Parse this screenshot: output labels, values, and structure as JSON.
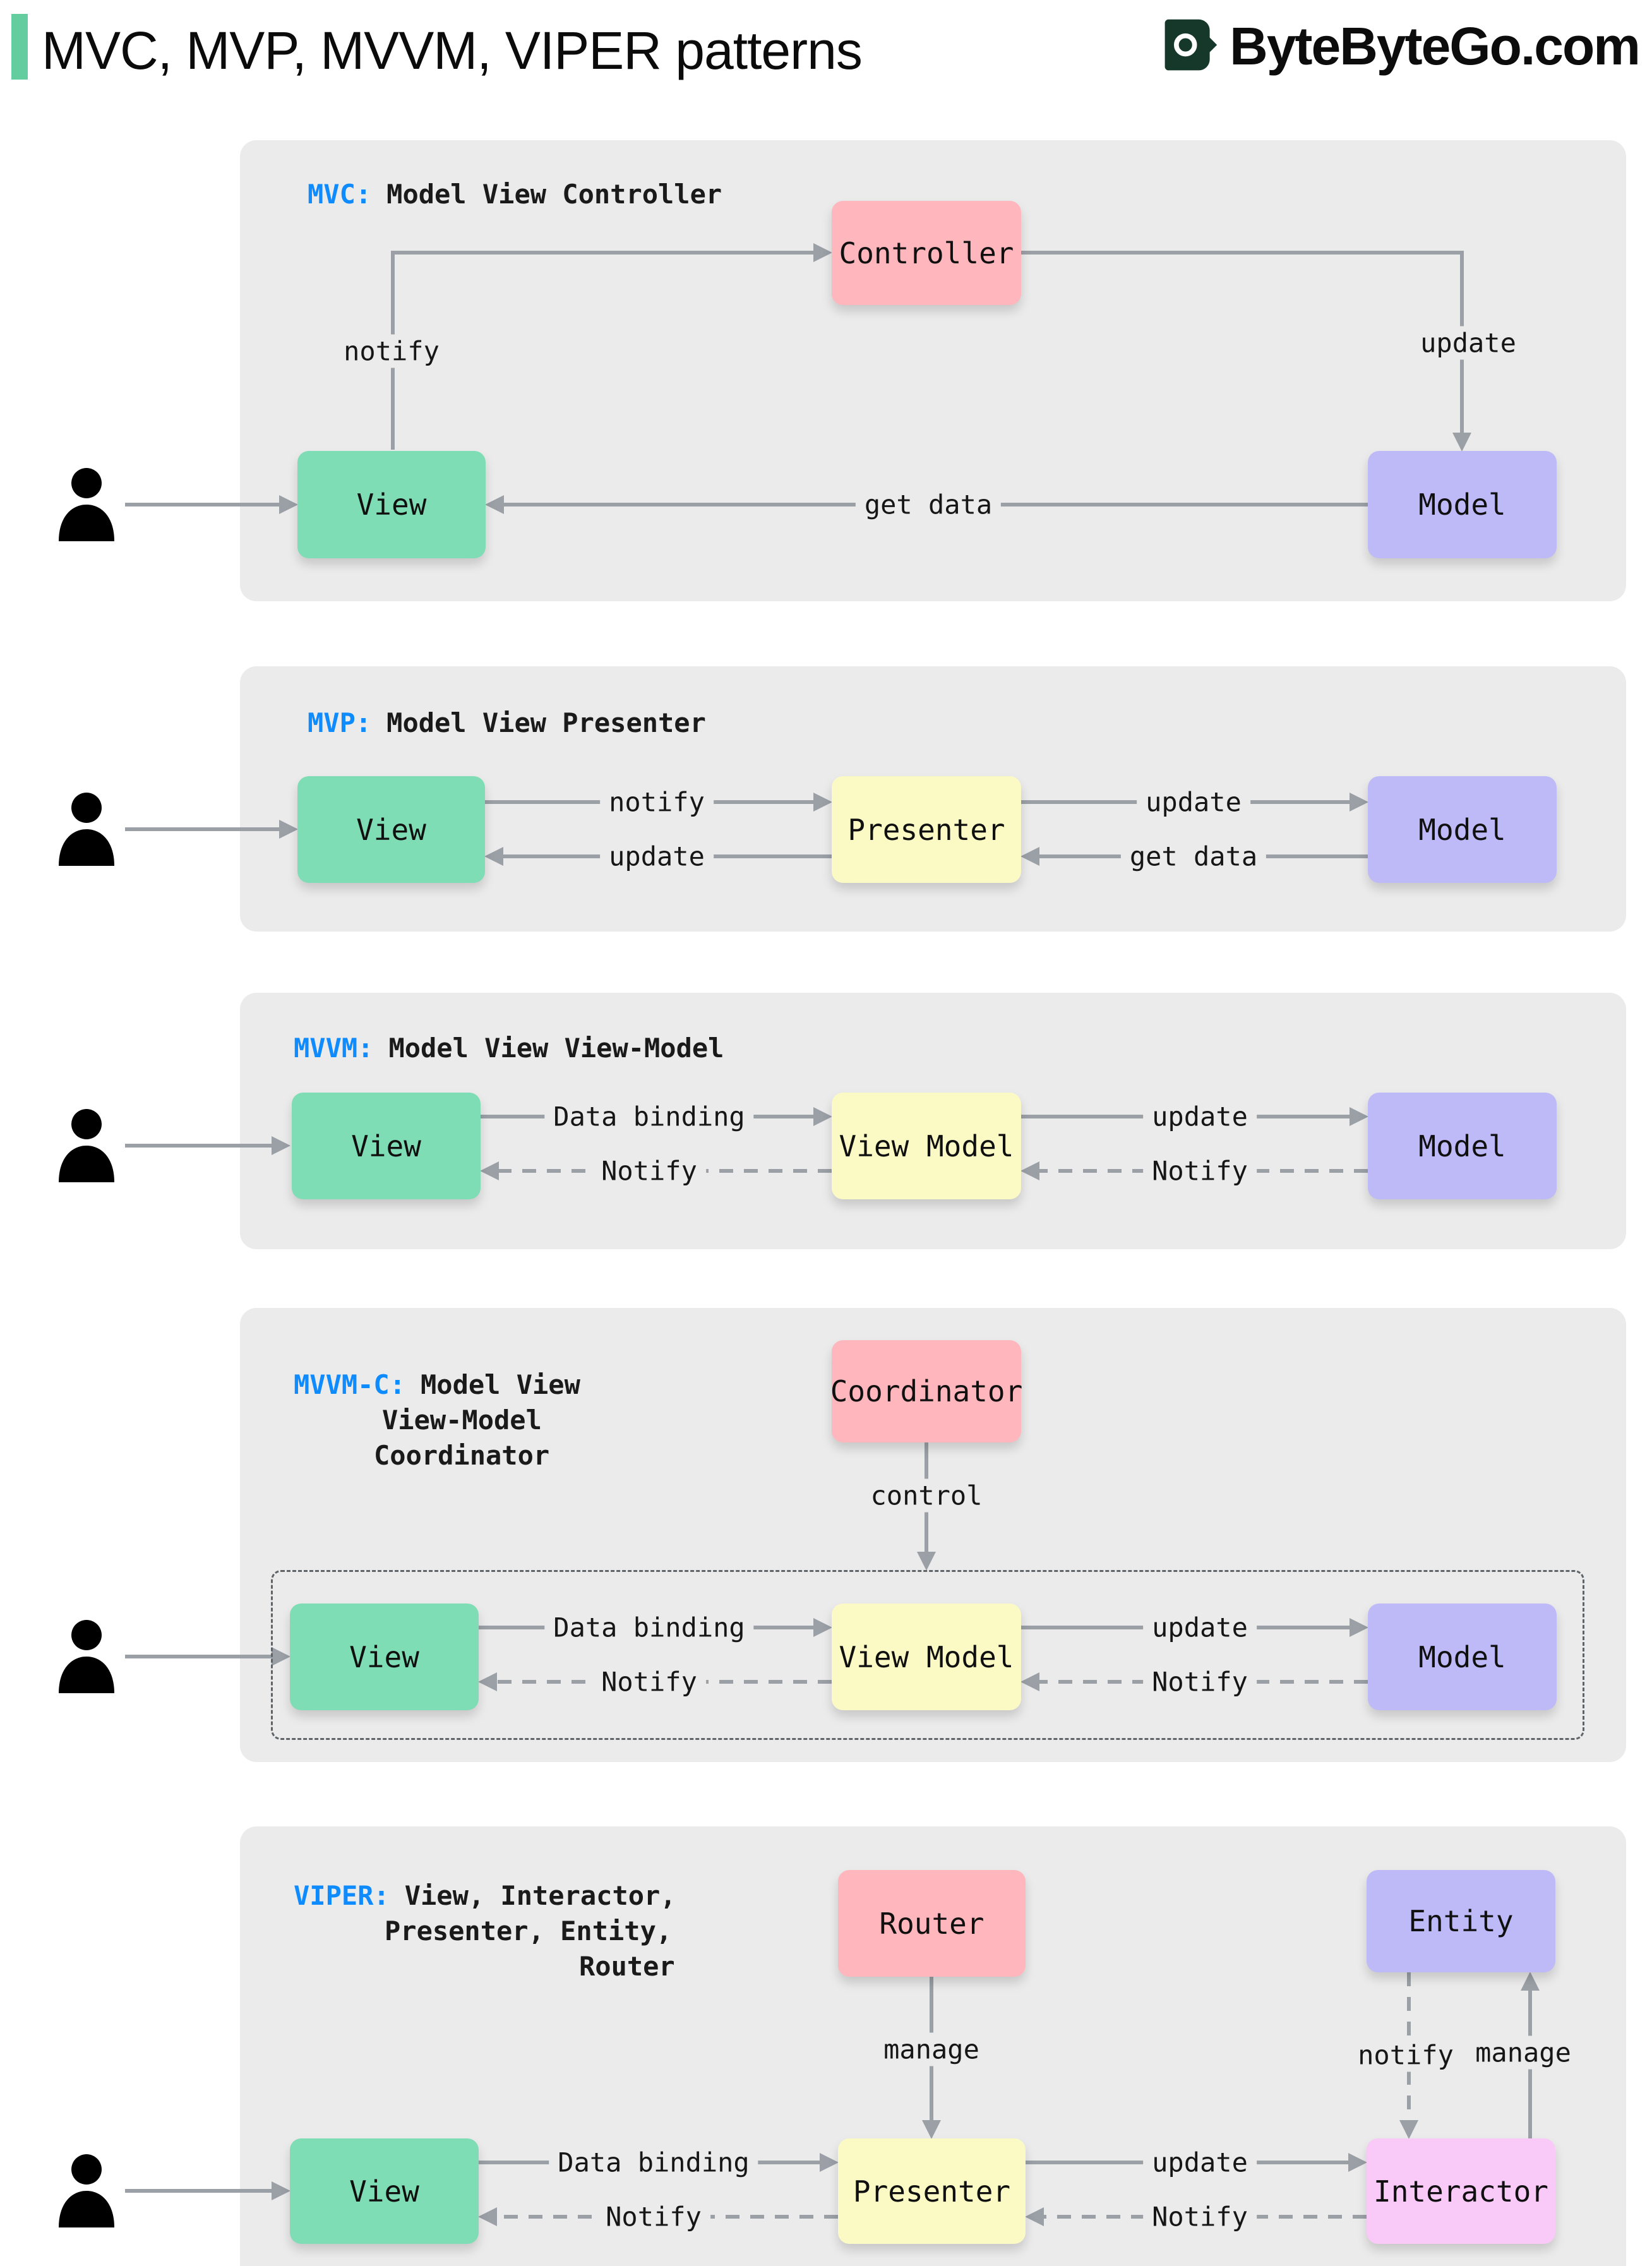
{
  "header": {
    "title": "MVC, MVP, MVVM, VIPER patterns",
    "brand": "ByteByteGo.com"
  },
  "panels": {
    "mvc": {
      "tag": "MVC:",
      "tagline": "Model View Controller",
      "boxes": {
        "controller": "Controller",
        "view": "View",
        "model": "Model"
      },
      "labels": {
        "notify": "notify",
        "update": "update",
        "get_data": "get data"
      }
    },
    "mvp": {
      "tag": "MVP:",
      "tagline": "Model View Presenter",
      "boxes": {
        "view": "View",
        "presenter": "Presenter",
        "model": "Model"
      },
      "labels": {
        "notify": "notify",
        "update_left": "update",
        "update_right": "update",
        "get_data": "get data"
      }
    },
    "mvvm": {
      "tag": "MVVM:",
      "tagline": "Model View View-Model",
      "boxes": {
        "view": "View",
        "view_model": "View Model",
        "model": "Model"
      },
      "labels": {
        "data_binding": "Data binding",
        "notify_left": "Notify",
        "update": "update",
        "notify_right": "Notify"
      }
    },
    "mvvmc": {
      "tag": "MVVM-C:",
      "tagline_lines": [
        "Model View",
        "View-Model",
        "Coordinator"
      ],
      "boxes": {
        "coordinator": "Coordinator",
        "view": "View",
        "view_model": "View Model",
        "model": "Model"
      },
      "labels": {
        "control": "control",
        "data_binding": "Data binding",
        "notify_left": "Notify",
        "update": "update",
        "notify_right": "Notify"
      }
    },
    "viper": {
      "tag": "VIPER:",
      "tagline_lines": [
        "View, Interactor,",
        "Presenter, Entity,",
        "Router"
      ],
      "boxes": {
        "router": "Router",
        "entity": "Entity",
        "view": "View",
        "presenter": "Presenter",
        "interactor": "Interactor"
      },
      "labels": {
        "manage_router": "manage",
        "notify_entity": "notify",
        "manage_entity": "manage",
        "data_binding": "Data binding",
        "notify_left": "Notify",
        "update": "update",
        "notify_mid": "Notify"
      }
    }
  },
  "colors": {
    "view": "#7FDDB5",
    "model": "#BEBAF8",
    "pink": "#FFB6BC",
    "yellow": "#FBFAC5",
    "interactor": "#F9C9F7",
    "panel": "#EBEBEB",
    "arrow": "#9AA0A6",
    "tag_blue": "#0E8BFF",
    "accent": "#63CDA0"
  }
}
